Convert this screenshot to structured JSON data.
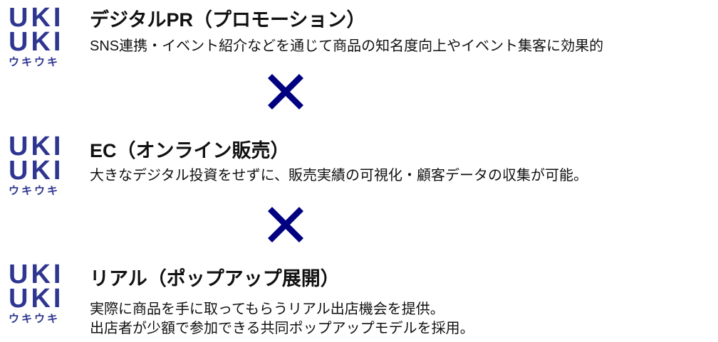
{
  "logo": {
    "line1": "UKI",
    "line2": "UKI",
    "kana": "ウキウキ",
    "color": "#2e3690"
  },
  "cross_color": "#000080",
  "sections": [
    {
      "title": "デジタルPR（プロモーション）",
      "lines": [
        "SNS連携・イベント紹介などを通じて商品の知名度向上やイベント集客に効果的"
      ]
    },
    {
      "title": "EC（オンライン販売）",
      "lines": [
        "大きなデジタル投資をせずに、販売実績の可視化・顧客データの収集が可能。"
      ]
    },
    {
      "title": "リアル（ポップアップ展開）",
      "lines": [
        "実際に商品を手に取ってもらうリアル出店機会を提供。",
        "出店者が少額で参加できる共同ポップアップモデルを採用。"
      ]
    }
  ]
}
